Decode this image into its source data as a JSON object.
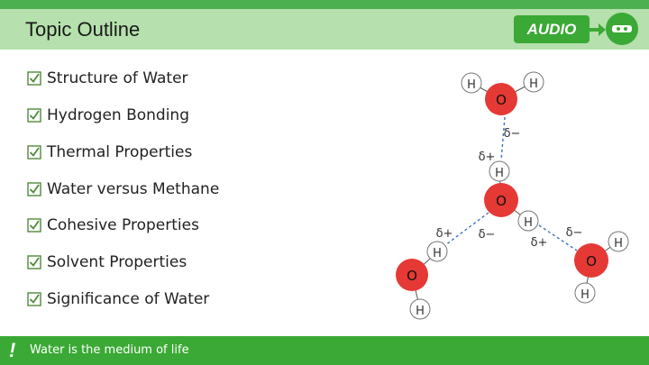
{
  "header": {
    "title": "Topic Outline",
    "audio_label": "AUDIO"
  },
  "outline": {
    "items": [
      "Structure of Water",
      "Hydrogen Bonding",
      "Thermal Properties",
      "Water versus Methane",
      "Cohesive Properties",
      "Solvent Properties",
      "Significance of Water"
    ]
  },
  "diagram": {
    "oxygen": "O",
    "hydrogen": "H",
    "delta_minus": "δ−",
    "delta_plus": "δ+"
  },
  "footer": {
    "text": "Water is the medium of life",
    "mark": "!"
  },
  "colors": {
    "accent": "#3aa935",
    "title_bar": "#b6e0ad",
    "oxygen": "#e53935"
  },
  "icons": {
    "checkbox": "checked-box-icon",
    "audio": "speaker-icon",
    "arrow": "right-arrow-icon"
  }
}
